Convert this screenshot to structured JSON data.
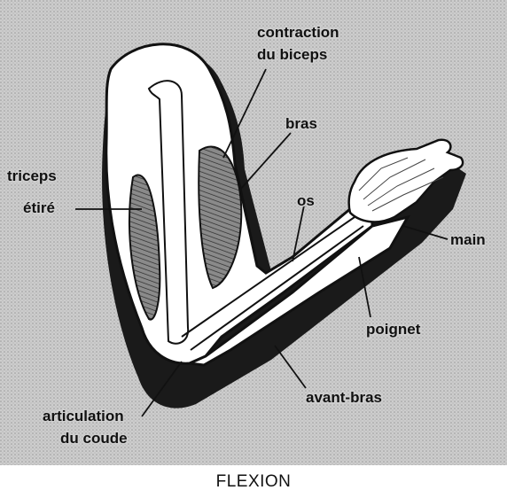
{
  "labels": {
    "contraction_line1": "contraction",
    "contraction_line2": "du biceps",
    "bras": "bras",
    "triceps_line1": "triceps",
    "triceps_line2": "étiré",
    "os": "os",
    "main": "main",
    "poignet": "poignet",
    "avant_bras": "avant-bras",
    "articulation_line1": "articulation",
    "articulation_line2": "du coude"
  },
  "caption": "FLEXION",
  "colors": {
    "background_gray": "#c9c9c9",
    "shadow": "#1a1a1a",
    "limb_fill": "#ffffff",
    "ink": "#111111"
  }
}
